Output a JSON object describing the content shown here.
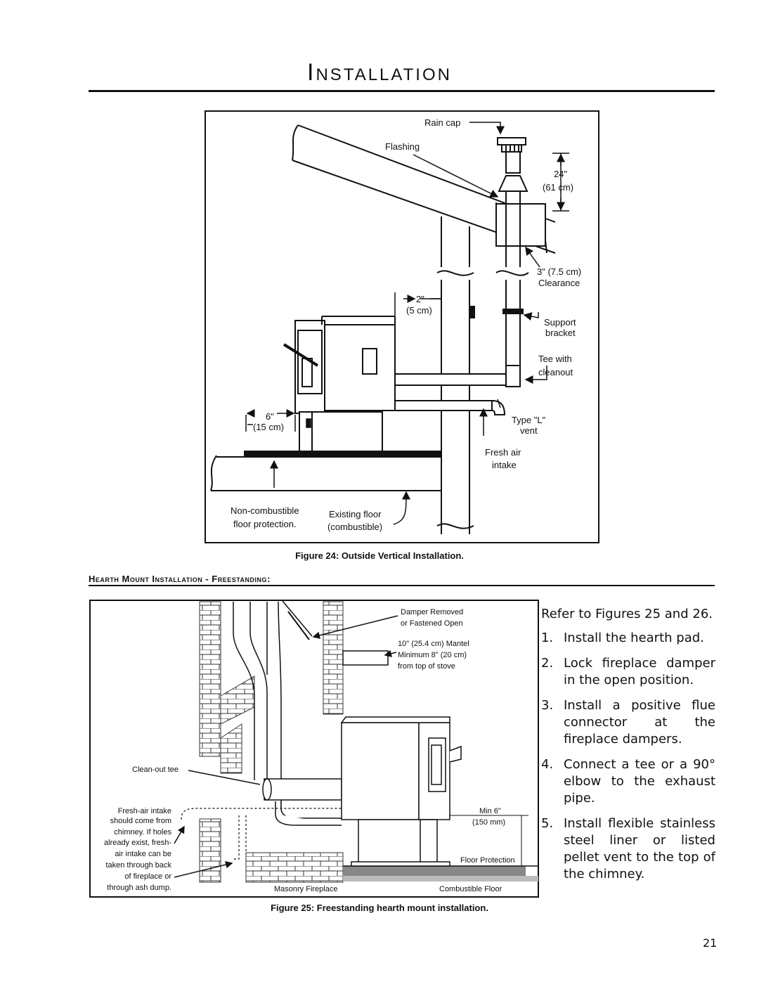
{
  "page": {
    "title": "Installation",
    "section_heading": "Hearth Mount Installation - Freestanding:",
    "page_number": "21"
  },
  "figure24": {
    "caption": "Figure 24: Outside Vertical Installation.",
    "labels": {
      "rain_cap": "Rain cap",
      "flashing": "Flashing",
      "dim_24": "24\"",
      "dim_61cm": "(61 cm)",
      "clearance_1": "3\" (7.5 cm)",
      "clearance_2": "Clearance",
      "dim_2": "2\"",
      "dim_5cm": "(5 cm)",
      "support_1": "Support",
      "support_2": "bracket",
      "tee_1": "Tee with",
      "tee_2": "cleanout",
      "dim_6": "6\"",
      "dim_15cm": "(15 cm)",
      "typel_1": "Type \"L\"",
      "typel_2": "vent",
      "fresh_1": "Fresh air",
      "fresh_2": "intake",
      "noncomb_1": "Non-combustible",
      "noncomb_2": "floor protection.",
      "floor_1": "Existing floor",
      "floor_2": "(combustible)"
    }
  },
  "figure25": {
    "caption": "Figure 25: Freestanding hearth mount installation.",
    "labels": {
      "damper_1": "Damper Removed",
      "damper_2": "or Fastened Open",
      "mantel_1": "10\" (25.4 cm) Mantel",
      "mantel_2": "Minimum 8\" (20 cm)",
      "mantel_3": "from top of stove",
      "cleanout": "Clean-out tee",
      "fresh_1": "Fresh-air intake",
      "fresh_2": "should come from",
      "fresh_3": "chimney. If holes",
      "fresh_4": "already exist, fresh-",
      "fresh_5": "air intake can be",
      "fresh_6": "taken through back",
      "fresh_7": "of fireplace or",
      "fresh_8": "through ash dump.",
      "min_1": "Min 6\"",
      "min_2": "(150 mm)",
      "floor_protection": "Floor Protection",
      "masonry": "Masonry Fireplace",
      "combustible": "Combustible Floor"
    }
  },
  "instructions": {
    "intro": "Refer to Figures 25 and 26.",
    "steps": [
      {
        "num": "1.",
        "text": "Install the hearth pad."
      },
      {
        "num": "2.",
        "text": "Lock fireplace damper in the open position."
      },
      {
        "num": "3.",
        "text": "Install a positive flue connector at the fireplace dampers."
      },
      {
        "num": "4.",
        "text": "Connect a tee or a 90° elbow to the exhaust pipe."
      },
      {
        "num": "5.",
        "text": "Install flexible stainless steel liner or listed pellet vent to the top of the chimney."
      }
    ]
  }
}
